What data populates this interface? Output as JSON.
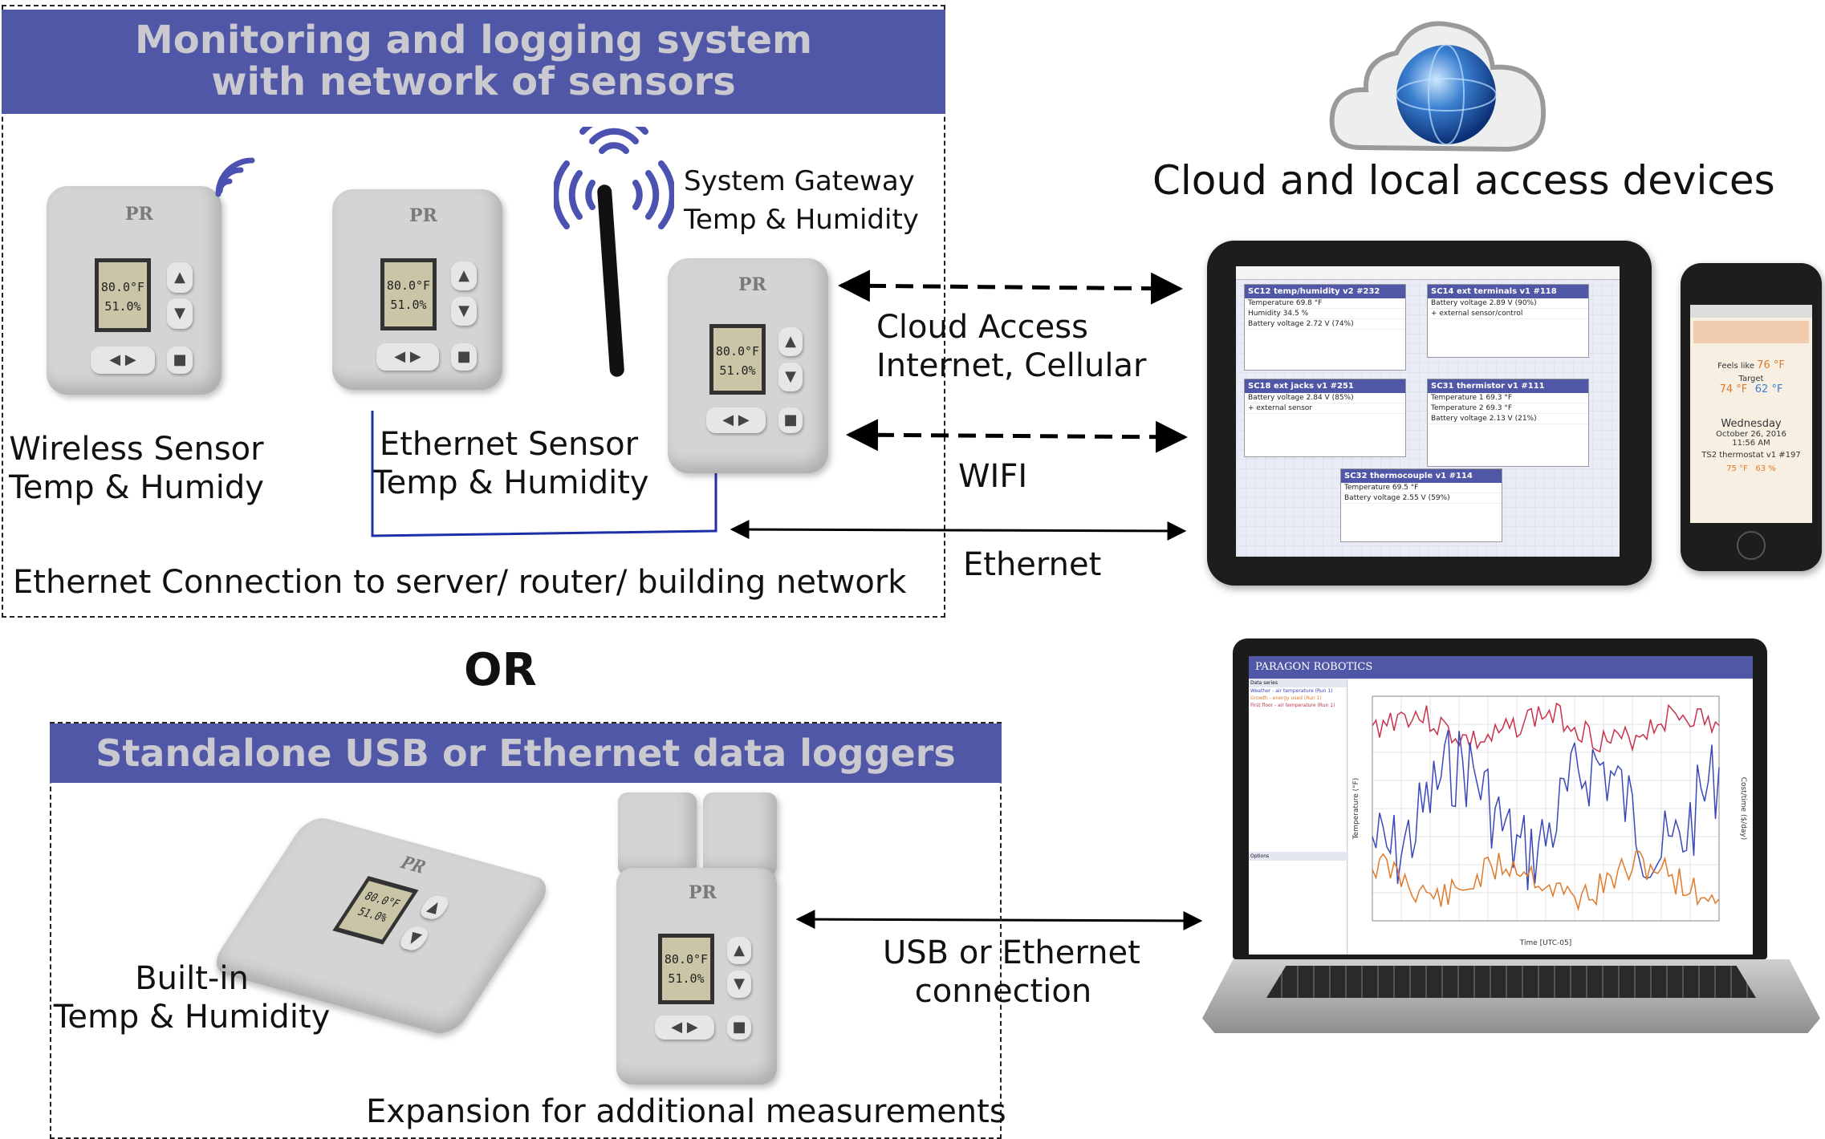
{
  "top_banner": {
    "line1": "Monitoring and logging system",
    "line2": "with network of sensors"
  },
  "bottom_banner": {
    "title": "Standalone USB or Ethernet data loggers"
  },
  "or_label": "OR",
  "cloud_title": "Cloud and local access devices",
  "devices": {
    "wireless": {
      "line1": "Wireless Sensor",
      "line2": "Temp & Humidy"
    },
    "ethernet": {
      "line1": "Ethernet Sensor",
      "line2": "Temp & Humidity"
    },
    "gateway": {
      "line1": "System Gateway",
      "line2": "Temp & Humidity"
    },
    "builtin": {
      "line1": "Built-in",
      "line2": "Temp & Humidity"
    },
    "expansion": "Expansion for additional measurements"
  },
  "lcd": {
    "temp": "80.0°F",
    "hum": "51.0%"
  },
  "links": {
    "cloud1": "Cloud Access",
    "cloud2": "Internet, Cellular",
    "wifi": "WIFI",
    "ethernet": "Ethernet",
    "usb1": "USB or Ethernet",
    "usb2": "connection"
  },
  "ethernet_connection": "Ethernet Connection to server/ router/ building network",
  "tablet": {
    "tiles": [
      {
        "title": "SC12 temp/humidity v2 #232",
        "rows": [
          "Temperature 69.8 °F",
          "Humidity 34.5 %",
          "Battery voltage 2.72 V (74%)"
        ]
      },
      {
        "title": "SC14 ext terminals v1 #118",
        "rows": [
          "Battery voltage 2.89 V (90%)",
          "+ external sensor/control"
        ]
      },
      {
        "title": "SC18 ext jacks v1 #251",
        "rows": [
          "Battery voltage 2.84 V (85%)",
          "+ external sensor"
        ]
      },
      {
        "title": "SC31 thermistor v1 #111",
        "rows": [
          "Temperature 1 69.3 °F",
          "Temperature 2 69.3 °F",
          "Battery voltage 2.13 V (21%)"
        ]
      },
      {
        "title": "SC32 thermocouple v1 #114",
        "rows": [
          "Temperature 69.5 °F",
          "Battery voltage 2.55 V (59%)"
        ]
      }
    ]
  },
  "phone": {
    "feels_like": "Feels like",
    "feels_value": "76 °F",
    "target": "Target",
    "t1": "74 °F",
    "t2": "62 °F",
    "day": "Wednesday",
    "date": "October 26, 2016",
    "time": "11:56 AM",
    "device": "TS2 thermostat v1 #197",
    "temp": "75 °F",
    "hum": "63 %"
  },
  "laptop": {
    "brand": "PARAGON ROBOTICS",
    "series_title": "Data series",
    "series": [
      "Weather - air temperature (Run 1)",
      "Growth - energy used (Run 1)",
      "First floor - air temperature (Run 1)"
    ],
    "xlabel": "Time [UTC-05]",
    "ylabel": "Temperature (°F)",
    "y2label": "Cost/time ($/day)",
    "options": "Options"
  },
  "colors": {
    "banner": "#5157a7",
    "wire": "#1c2fa8",
    "wifi": "#4b52b0"
  }
}
